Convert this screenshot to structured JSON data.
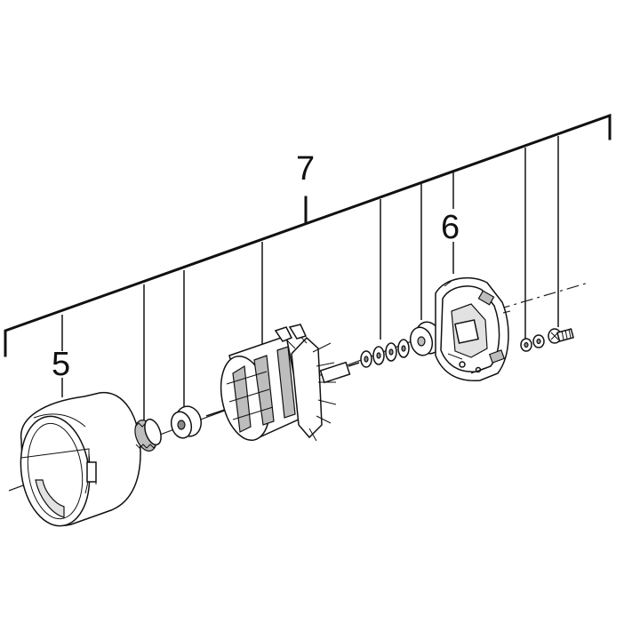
{
  "callouts": {
    "group_label": "7",
    "housing_label": "5",
    "brush_plate_label": "6"
  },
  "colors": {
    "line": "#111111",
    "shade": "#bdbdbd",
    "shade_dark": "#8a8a8a",
    "background": "#ffffff"
  }
}
